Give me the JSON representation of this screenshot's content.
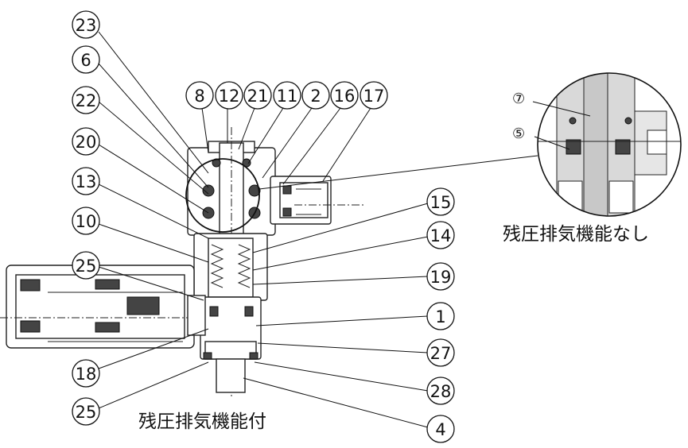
{
  "diagram": {
    "caption_main": "残圧排気機能付",
    "caption_inset": "残圧排気機能なし",
    "labels": {
      "l23": "23",
      "l6": "6",
      "l22": "22",
      "l20": "20",
      "l13": "13",
      "l10": "10",
      "l25a": "25",
      "l18": "18",
      "l25b": "25",
      "l8": "8",
      "l12": "12",
      "l21": "21",
      "l11": "11",
      "l2": "2",
      "l16": "16",
      "l17": "17",
      "l15": "15",
      "l14": "14",
      "l19": "19",
      "l1": "1",
      "l27": "27",
      "l28": "28",
      "l4": "4"
    },
    "inset_labels": {
      "i7": "⑦",
      "i5": "⑤"
    }
  }
}
